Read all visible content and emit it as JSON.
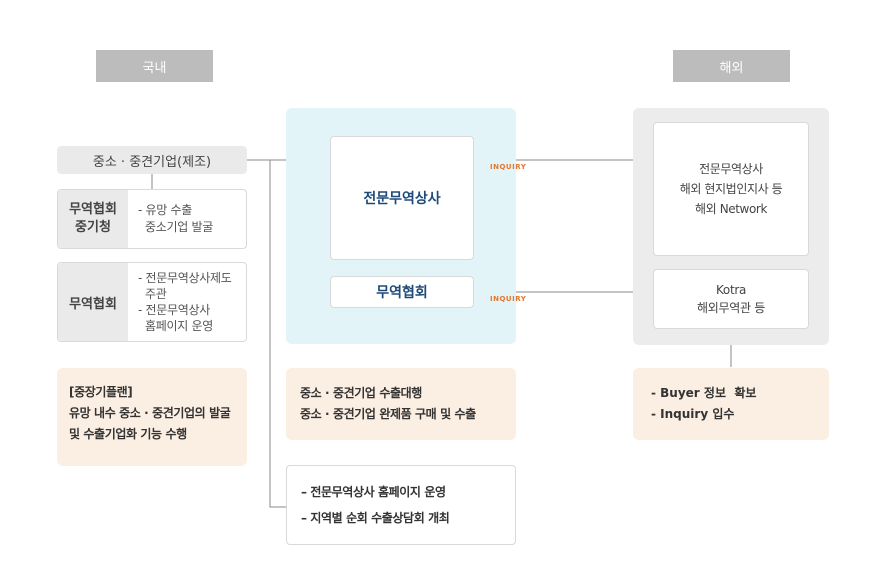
{
  "domestic": {
    "header": "국내",
    "sme_box": "중소 · 중견기업(제조)",
    "kita_smba": {
      "label_line1": "무역협회",
      "label_line2": "중기청",
      "desc": [
        "- 유망 수출",
        "  중소기업 발굴"
      ]
    },
    "kita": {
      "label": "무역협회",
      "desc": [
        "- 전문무역상사제도",
        "  주관",
        "- 전문무역상사",
        "  홈페이지 운영"
      ]
    },
    "plan": {
      "line1": "[중장기플랜]",
      "line2": "유망 내수 중소 · 중견기업의 발굴",
      "line3": "및 수출기업화 기능 수행"
    }
  },
  "center": {
    "trading_company": "전문무역상사",
    "kita": "무역협회",
    "role_line1": "중소 · 중견기업 수출대행",
    "role_line2": "중소 · 중견기업 완제품 구매 및 수출",
    "activity_line1": "– 전문무역상사 홈페이지 운영",
    "activity_line2": "– 지역별 순회 수출상담회 개최",
    "inquiry_top": "INQUIRY",
    "inquiry_bottom": "INQUIRY"
  },
  "overseas": {
    "header": "해외",
    "network": [
      "전문무역상사",
      "해외 현지법인지사 등",
      "해외 Network"
    ],
    "kotra": [
      "Kotra",
      "해외무역관 등"
    ],
    "result": [
      "- Buyer 정보  확보",
      "- Inquiry 입수"
    ]
  },
  "colors": {
    "header_gray": "#bcbcbc",
    "center_panel": "#e3f4f8",
    "peach": "#fbeee2",
    "navy": "#1e4a7a",
    "inquiry_orange": "#e8762b"
  }
}
